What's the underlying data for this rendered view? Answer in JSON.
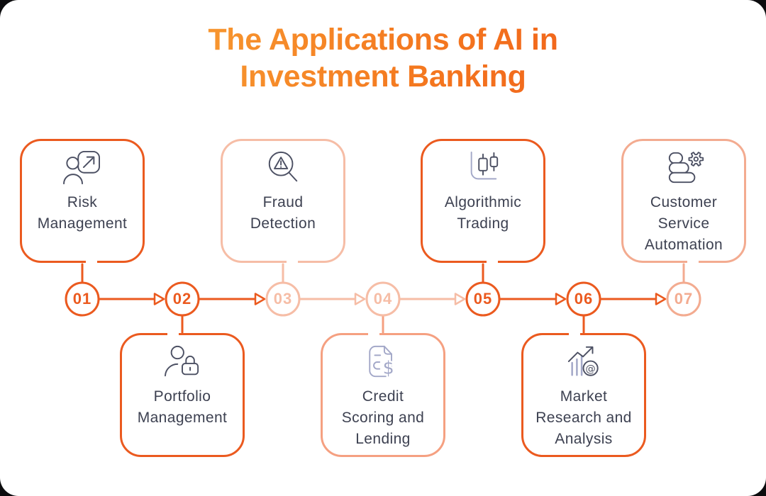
{
  "title": {
    "lines": [
      "The Applications of AI in",
      "Investment Banking"
    ]
  },
  "colors": {
    "accent_strong": "#EB5A1F",
    "accent_light": "#F6BDA6",
    "accent_medium": "#F5A081",
    "accent_soft": "#F3AB90",
    "title_grad_a": "#F9A93A",
    "title_grad_mid": "#F4781F",
    "title_grad_b": "#EF5318",
    "icon_dark": "#4C5063",
    "icon_light": "#A3A8C8",
    "label_color": "#3D4151"
  },
  "glyphs": {
    "dollar": "$",
    "at": "@"
  },
  "items": [
    {
      "number": "01",
      "label": [
        "Risk",
        "Management"
      ],
      "icon": "person-growth-icon",
      "tone": "strong",
      "position": "top"
    },
    {
      "number": "02",
      "label": [
        "Portfolio",
        "Management"
      ],
      "icon": "person-lock-icon",
      "tone": "strong",
      "position": "bottom"
    },
    {
      "number": "03",
      "label": [
        "Fraud",
        "Detection"
      ],
      "icon": "warning-magnifier-icon",
      "tone": "light",
      "position": "top"
    },
    {
      "number": "04",
      "label": [
        "Credit",
        "Scoring and",
        "Lending"
      ],
      "icon": "document-dollar-icon",
      "tone": "medium",
      "position": "bottom"
    },
    {
      "number": "05",
      "label": [
        "Algorithmic",
        "Trading"
      ],
      "icon": "candlestick-chart-icon",
      "tone": "strong",
      "position": "top"
    },
    {
      "number": "06",
      "label": [
        "Market",
        "Research and",
        "Analysis"
      ],
      "icon": "chart-magnifier-icon",
      "tone": "strong",
      "position": "bottom"
    },
    {
      "number": "07",
      "label": [
        "Customer",
        "Service",
        "Automation"
      ],
      "icon": "chatbot-gear-icon",
      "tone": "soft",
      "position": "top"
    }
  ]
}
